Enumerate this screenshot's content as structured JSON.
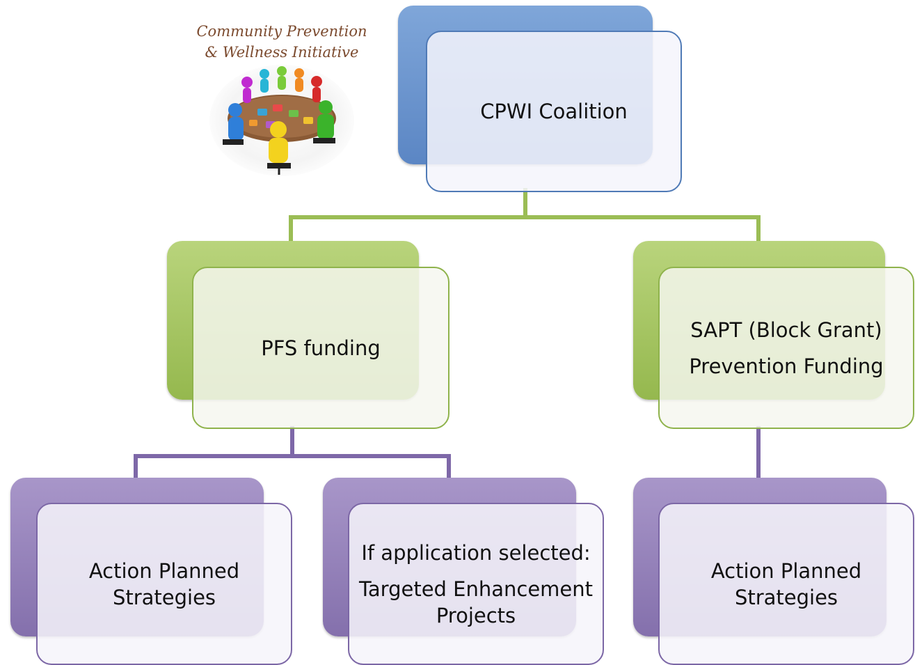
{
  "logo": {
    "caption_line1": "Community Prevention",
    "caption_line2": "& Wellness Initiative"
  },
  "diagram": {
    "root": {
      "label": "CPWI Coalition"
    },
    "level2": [
      {
        "lines": [
          "PFS funding"
        ]
      },
      {
        "lines": [
          "SAPT (Block Grant)",
          "Prevention Funding"
        ]
      }
    ],
    "level3": [
      {
        "lines": [
          "Action Planned",
          "Strategies"
        ]
      },
      {
        "lines": [
          "If application selected:",
          "Targeted Enhancement",
          "Projects"
        ]
      },
      {
        "lines": [
          "Action Planned",
          "Strategies"
        ]
      }
    ],
    "colors": {
      "root": "#5b86c4",
      "funding": "#95b84e",
      "strategies": "#8470ac"
    }
  }
}
